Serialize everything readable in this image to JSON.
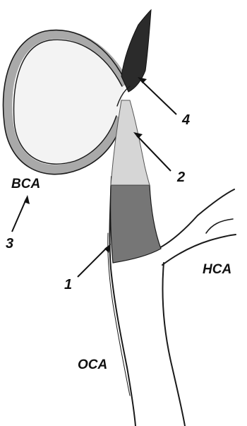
{
  "labels": {
    "oca": "OCA",
    "hca": "HCA",
    "bca": "BCA",
    "n1": "1",
    "n2": "2",
    "n3": "3",
    "n4": "4"
  },
  "colors": {
    "segment_1": "#767676",
    "segment_2": "#d6d6d6",
    "segment_4": "#2b2b2b",
    "loop_fill": "#a9a9a9"
  }
}
